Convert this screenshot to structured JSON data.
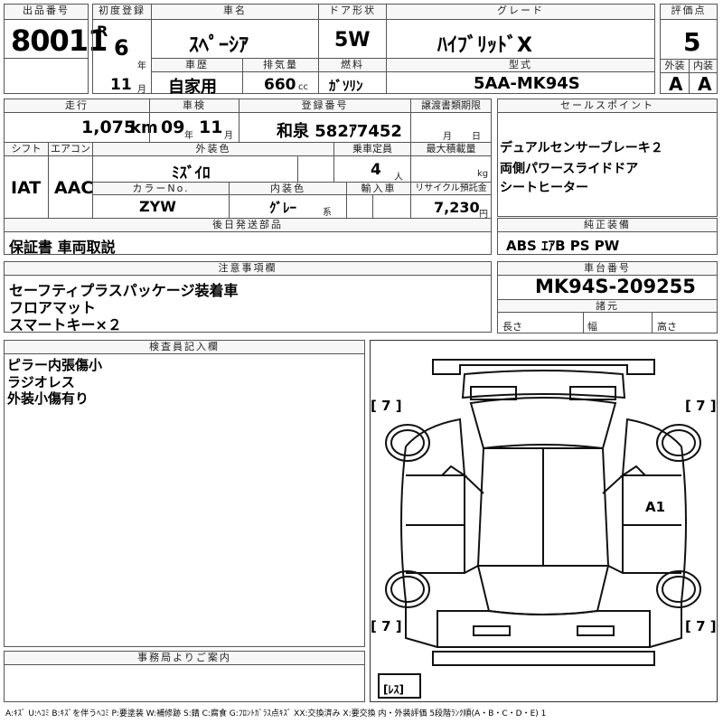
{
  "header": {
    "lot_label": "出品番号",
    "lot_number": "80011",
    "first_reg_label": "初度登録",
    "era": "R",
    "reg_year": "6",
    "year_unit": "年",
    "reg_month": "11",
    "month_unit": "月",
    "car_name_label": "車名",
    "car_name": "ｽﾍﾟｰｼｱ",
    "door_label": "ドア形状",
    "door": "5W",
    "grade_label": "グレード",
    "grade": "ﾊｲﾌﾞﾘｯﾄﾞX",
    "score_label": "評価点",
    "score": "5",
    "history_label": "車歴",
    "history": "自家用",
    "displacement_label": "排気量",
    "displacement": "660",
    "displacement_unit": "cc",
    "fuel_label": "燃料",
    "fuel": "ｶﾞｿﾘﾝ",
    "model_label": "型式",
    "model": "5AA-MK94S",
    "exterior_label": "外装",
    "exterior_grade": "A",
    "interior_label": "内装",
    "interior_grade": "A"
  },
  "row2": {
    "mileage_label": "走行",
    "mileage": "1,075",
    "mileage_unit": "km",
    "inspection_label": "車検",
    "insp_year": "09",
    "insp_year_unit": "年",
    "insp_month": "11",
    "insp_month_unit": "月",
    "plate_label": "登録番号",
    "plate": "和泉 582ｱ7452",
    "transfer_label": "譲渡書類期限",
    "transfer_month_unit": "月",
    "transfer_day_unit": "日",
    "shift_label": "シフト",
    "shift": "IAT",
    "ac_label": "エアコン",
    "ac": "AAC",
    "color_label": "外装色",
    "color": "ﾐｽﾞｲﾛ",
    "capacity_label": "乗車定員",
    "capacity": "4",
    "capacity_unit": "人",
    "maxload_label": "最大積載量",
    "maxload_unit": "kg",
    "color_no_label": "カラーNo.",
    "color_no": "ZYW",
    "interior_color_label": "内装色",
    "interior_color": "ｸﾞﾚｰ",
    "interior_color_unit": "系",
    "import_label": "輸入車",
    "recycle_label": "リサイクル預託金",
    "recycle": "7,230",
    "recycle_unit": "円",
    "later_label": "後日発送部品",
    "later_items": "保証書 車両取説"
  },
  "sales": {
    "label": "セールスポイント",
    "points": [
      "デュアルセンサーブレーキ２",
      "両側パワースライドドア",
      "シートヒーター"
    ]
  },
  "equipment": {
    "label": "純正装備",
    "items": "ABS ｴｱB PS PW"
  },
  "caution": {
    "label": "注意事項欄",
    "lines": [
      "セーフティプラスパッケージ装着車",
      "フロアマット",
      "スマートキー×２"
    ]
  },
  "chassis": {
    "label": "車台番号",
    "number": "MK94S-209255",
    "spec_label": "諸元",
    "length_label": "長さ",
    "width_label": "幅",
    "height_label": "高さ"
  },
  "inspector": {
    "label": "検査員記入欄",
    "lines": [
      "ピラー内張傷小",
      "ラジオレス",
      "外装小傷有り"
    ]
  },
  "diagram": {
    "tire_fl": "[ 7 ]",
    "tire_fr": "[ 7 ]",
    "tire_rl": "[ 7 ]",
    "tire_rr": "[ 7 ]",
    "spare": "[ﾚｽ]",
    "damage_mark": "A1"
  },
  "office": {
    "label": "事務局よりご案内"
  },
  "legend": "A:ｷｽﾞ U:ﾍｺﾐ B:ｷｽﾞを伴うﾍｺﾐ P:要塗装 W:補修跡 S:錆 C:腐食 G:ﾌﾛﾝﾄｶﾞﾗｽ点ｷｽﾞ XX:交換済み X:要交換  内・外装評価  5段階ﾗﾝｸ順(A・B・C・D・E) 1"
}
